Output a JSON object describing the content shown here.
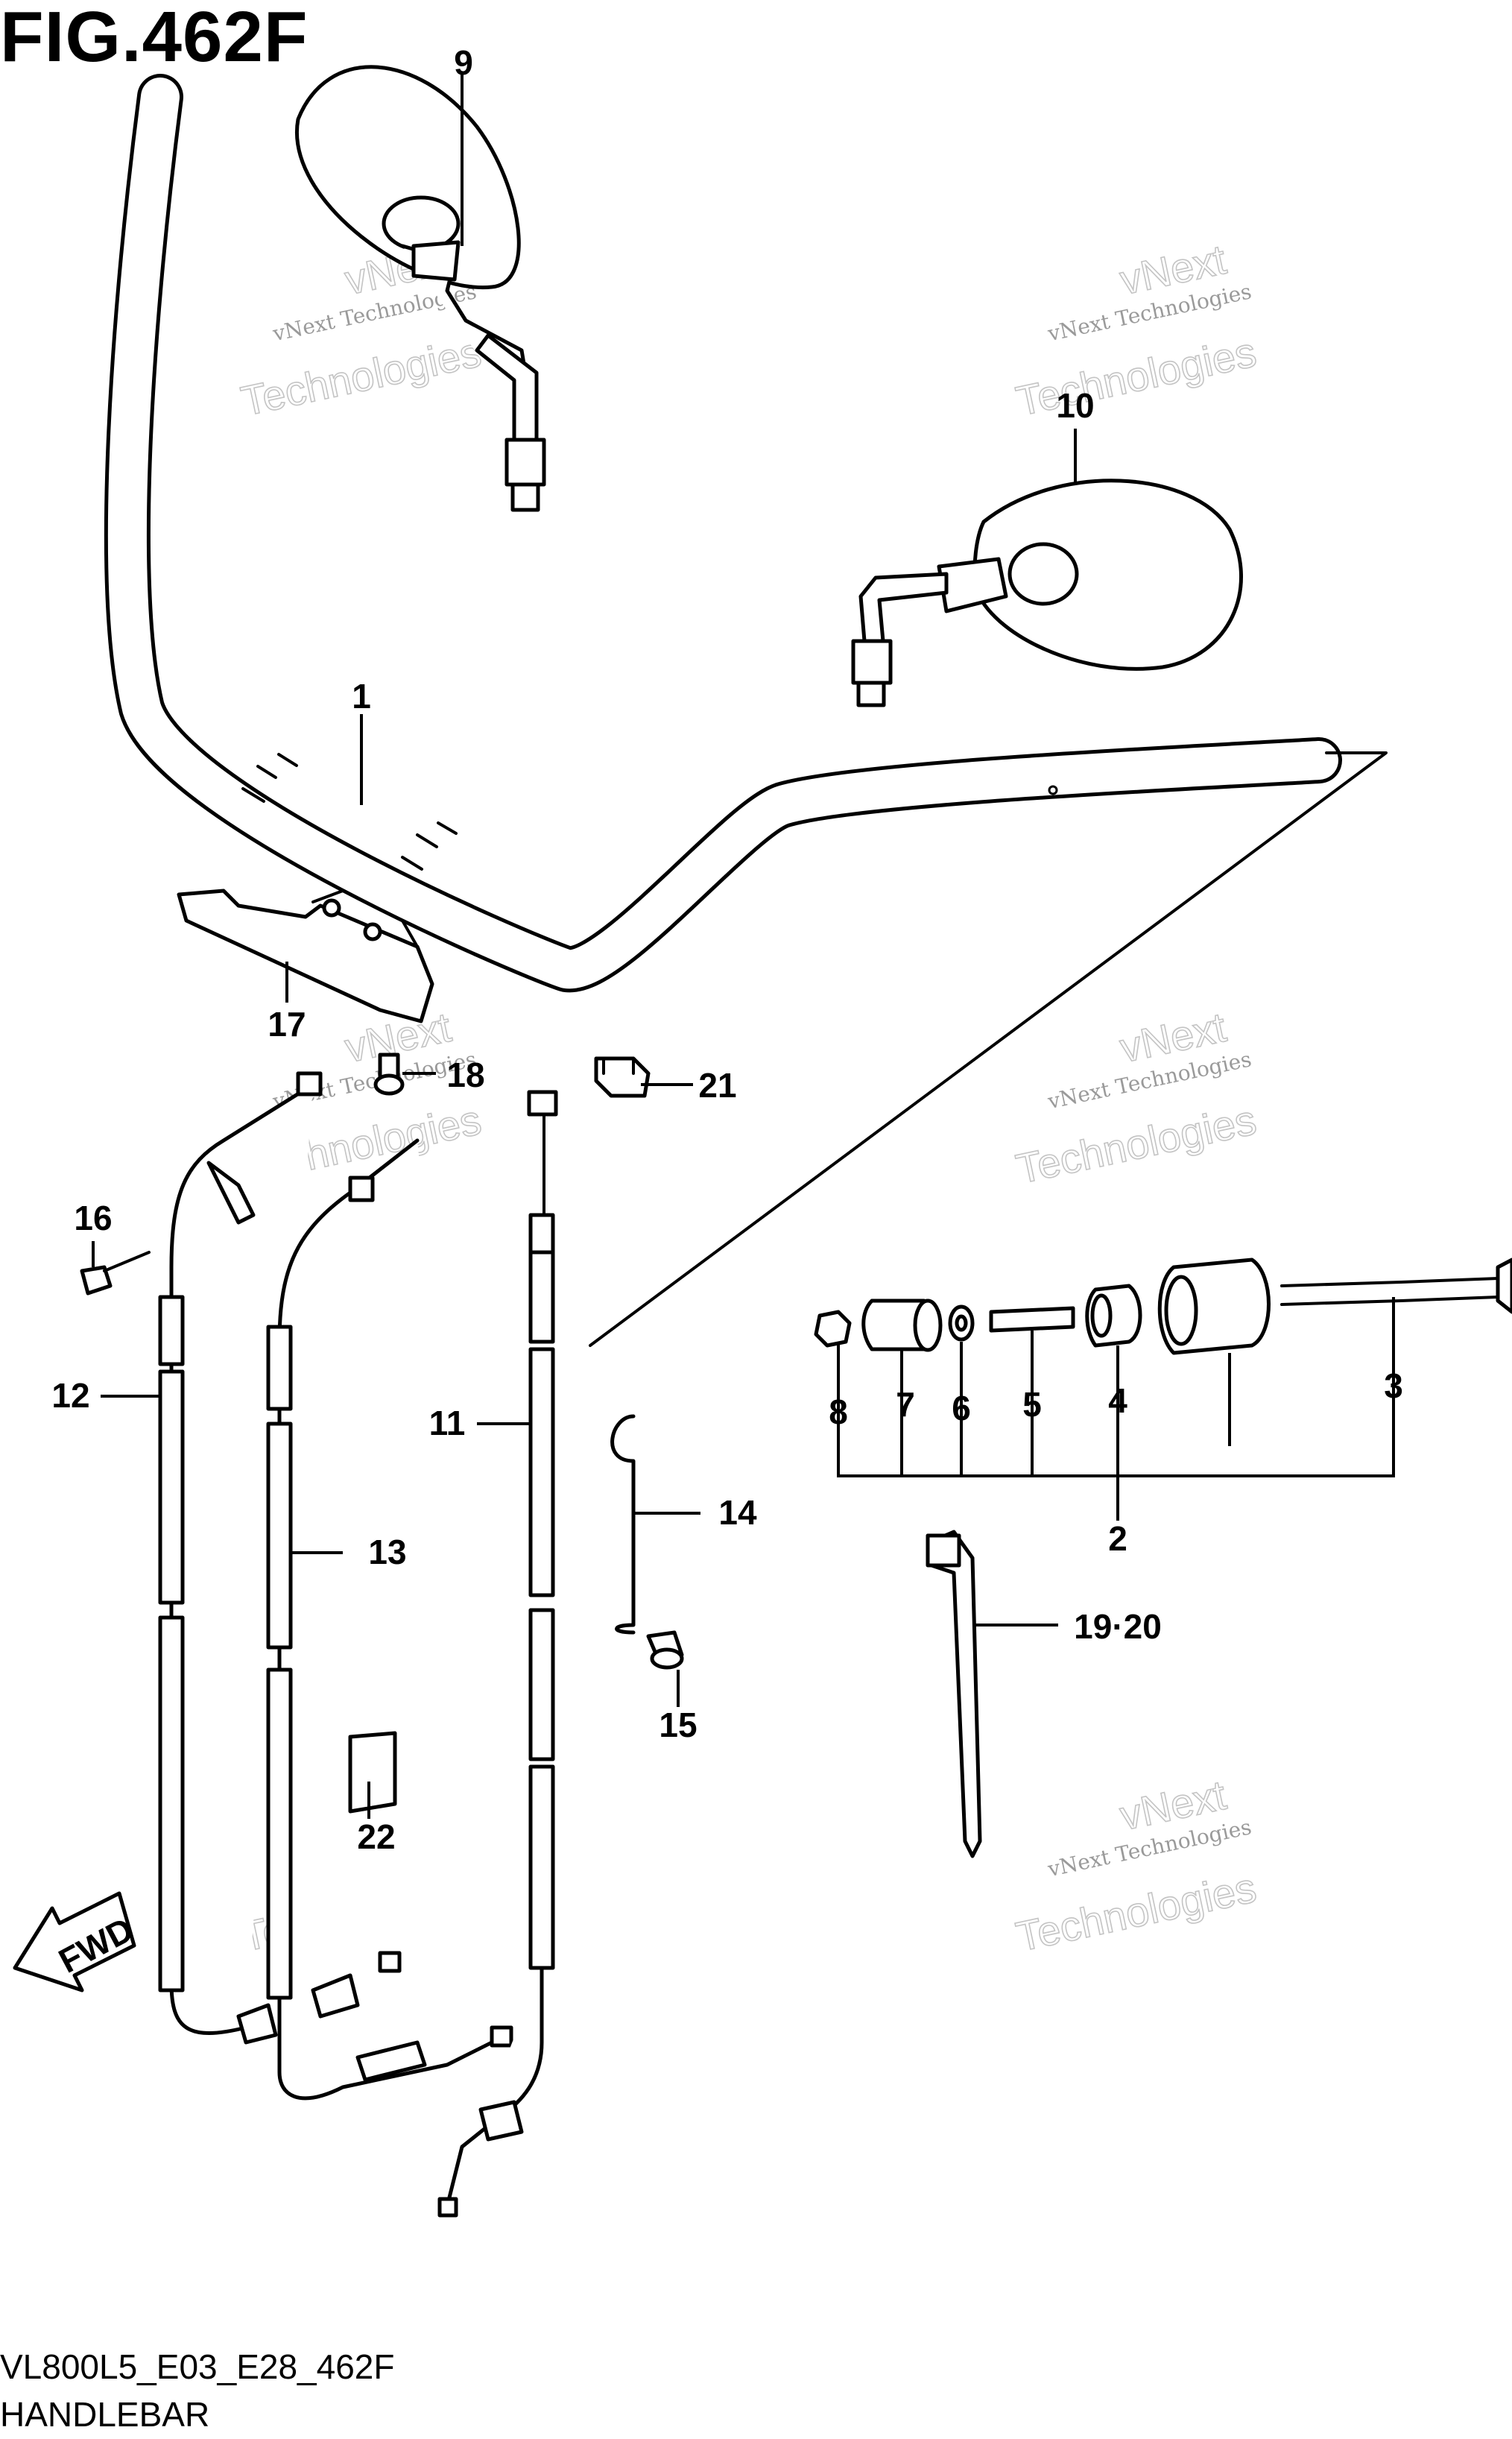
{
  "figure": {
    "title": "FIG.462F"
  },
  "footer": {
    "model_code": "VL800L5_E03_E28_462F",
    "section_name": "HANDLEBAR"
  },
  "callouts": [
    {
      "id": "c1",
      "label": "1"
    },
    {
      "id": "c2",
      "label": "2"
    },
    {
      "id": "c3",
      "label": "3"
    },
    {
      "id": "c4",
      "label": "4"
    },
    {
      "id": "c5",
      "label": "5"
    },
    {
      "id": "c6",
      "label": "6"
    },
    {
      "id": "c7",
      "label": "7"
    },
    {
      "id": "c8",
      "label": "8"
    },
    {
      "id": "c9",
      "label": "9"
    },
    {
      "id": "c10",
      "label": "10"
    },
    {
      "id": "c11",
      "label": "11"
    },
    {
      "id": "c12",
      "label": "12"
    },
    {
      "id": "c13",
      "label": "13"
    },
    {
      "id": "c14",
      "label": "14"
    },
    {
      "id": "c15",
      "label": "15"
    },
    {
      "id": "c16",
      "label": "16"
    },
    {
      "id": "c17",
      "label": "17"
    },
    {
      "id": "c18",
      "label": "18"
    },
    {
      "id": "c19_20",
      "label": "19·20"
    },
    {
      "id": "c21",
      "label": "21"
    },
    {
      "id": "c22",
      "label": "22"
    }
  ],
  "direction_marker": {
    "label": "FWD"
  },
  "watermark": {
    "line1": "vNext Technologies",
    "line2": "vNext",
    "line3": "Technologies"
  }
}
